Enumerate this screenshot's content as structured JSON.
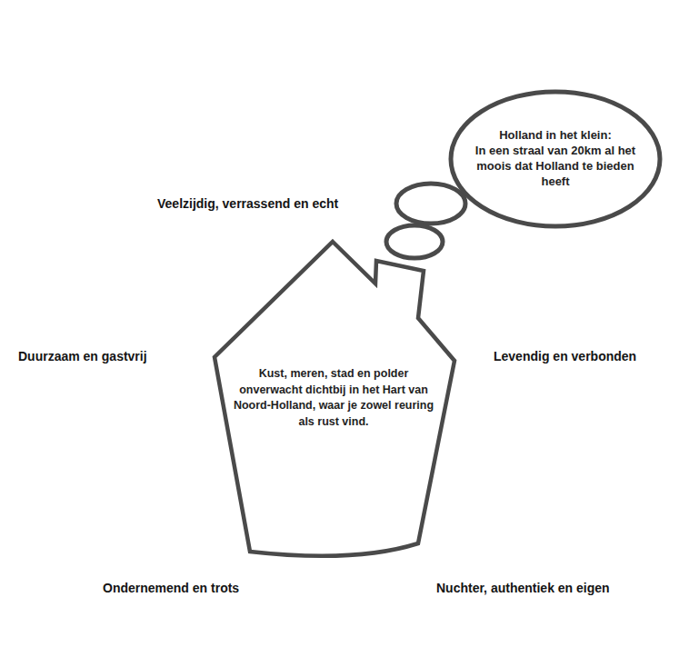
{
  "diagram": {
    "nodes": [
      {
        "text": [
          "Holland in het klein:",
          "In een straal van 20km al het moois dat Holland te bieden heeft"
        ]
      },
      {
        "text": [
          "Kust, meren, stad en polder onverwacht dichtbij in het Hart van Noord-Holland, waar je zowel reuring als rust vind."
        ]
      }
    ],
    "labels": [
      "Veelzijdig, verrassend en echt",
      "Duurzaam en gastvrij",
      "Levendig en verbonden",
      "Ondernemend en trots",
      "Nuchter, authentiek en eigen"
    ]
  }
}
